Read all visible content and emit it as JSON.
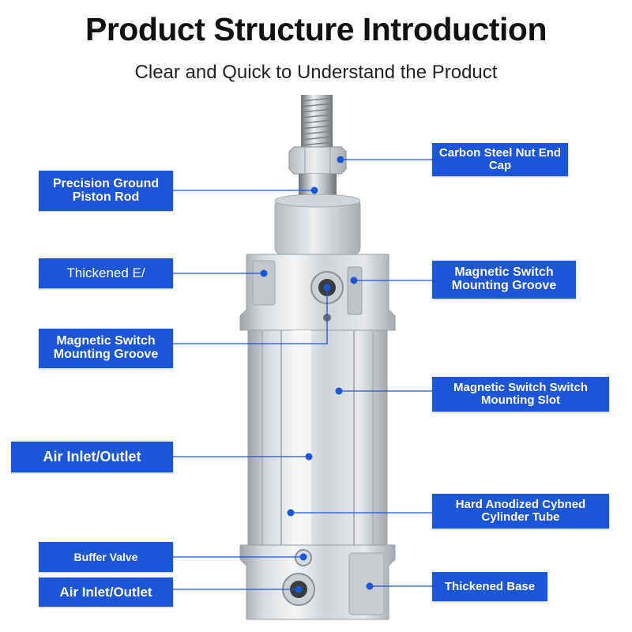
{
  "header": {
    "title": "Product Structure Introduction",
    "subtitle": "Clear and Quick to Understand the Product"
  },
  "colors": {
    "label_bg": "#1a56d6",
    "label_text": "#ffffff",
    "leader_line": "#1a56d6"
  },
  "labels": {
    "piston_rod": "Precision Ground Piston Rod",
    "thickened_end": "Thickened E/",
    "switch_groove_left": "Magnetic Switch Mounting Groove",
    "air_inlet_top": "Air Inlet/Outlet",
    "buffer_valve": "Buffer Valve",
    "air_inlet_bottom": "Air Inlet/Outlet",
    "nut_end_cap": "Carbon Steel Nut End Cap",
    "switch_groove_right": "Magnetic Switch Mounting Groove",
    "switch_slot": "Magnetic Switch Switch Mounting Slot",
    "cylinder_tube": "Hard Anodized Cybned Cylinder Tube",
    "thickened_base": "Thickened Base"
  }
}
